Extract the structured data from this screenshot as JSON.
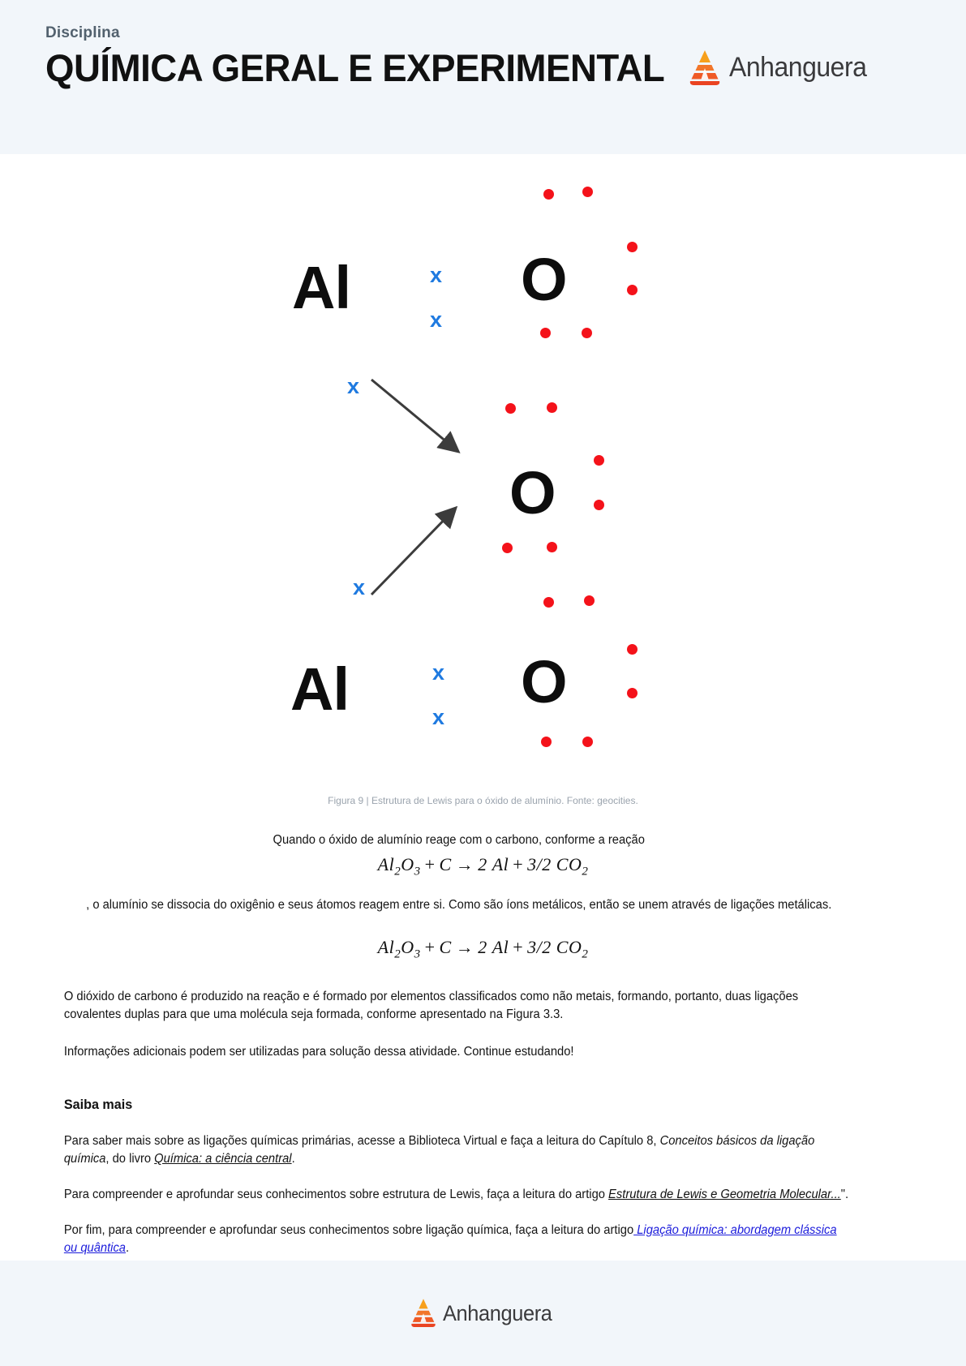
{
  "header": {
    "discipline_label": "Disciplina",
    "title": "QUÍMICA GERAL E EXPERIMENTAL",
    "brand": "Anhanguera"
  },
  "figure": {
    "caption": "Figura 9 | Estrutura de Lewis para o óxido de alumínio. Fonte: geocities.",
    "atoms": {
      "al_top": "Al",
      "al_bottom": "Al",
      "o_top": "O",
      "o_middle": "O",
      "o_bottom": "O"
    },
    "electron_symbols": {
      "shared": "x",
      "lone_pair_color": "#f4121a",
      "shared_color": "#1f7ae0"
    }
  },
  "body": {
    "intro_line": "Quando o óxido de alumínio reage com o carbono, conforme a reação",
    "equation_1": {
      "reactant_1": "Al",
      "reactant_1_sub_a": "2",
      "reactant_1_o": "O",
      "reactant_1_sub_b": "3",
      "plus": "+",
      "reactant_2": "C",
      "arrow": "→",
      "product_1_coef": "2",
      "product_1": "Al",
      "product_2_coef": "3/2",
      "product_2": "CO",
      "product_2_sub": "2",
      "plain": "Al2O3 + C → 2 Al + 3/2 CO2"
    },
    "after_equation_line": ", o alumínio se dissocia do oxigênio e seus átomos reagem entre si. Como são íons metálicos, então se unem através de ligações metálicas.",
    "paragraph_co2_part1": "O dióxido de carbono é produzido na reação e é formado por elementos classificados como não metais, formando, portanto, duas ligações covalentes duplas para que uma molécula seja formada, conforme apresentado na Figura 3.3.",
    "paragraph_extra": "Informações adicionais podem ser utilizadas para solução dessa atividade. Continue estudando!"
  },
  "saiba_mais": {
    "heading": "Saiba mais",
    "item_1": {
      "pre": "Para saber mais sobre as ligações químicas primárias, acesse a Biblioteca Virtual e faça a leitura do Capítulo 8, ",
      "italic_1": "Conceitos básicos da ligação química",
      "mid": ", do livro ",
      "link_1": "Química: a ciência central",
      "post": "."
    },
    "item_2": {
      "pre": "Para compreender e aprofundar seus conhecimentos sobre estrutura de Lewis, faça a leitura do artigo ",
      "link": "Estrutura de Lewis e Geometria Molecular...",
      "post": "\"."
    },
    "item_3": {
      "pre": "Por fim, para compreender e aprofundar seus conhecimentos sobre ligação química, faça a leitura do artigo",
      "link": " Ligação química: abordagem clássica ou quântica",
      "post": "."
    }
  },
  "footer": {
    "brand": "Anhanguera"
  },
  "colors": {
    "header_bg": "#f2f6fa",
    "brand_orange_light": "#f5a623",
    "brand_orange_dark": "#ee4d23",
    "link_blue": "#1b1bdb",
    "electron_blue": "#1f7ae0",
    "electron_red": "#f4121a"
  }
}
